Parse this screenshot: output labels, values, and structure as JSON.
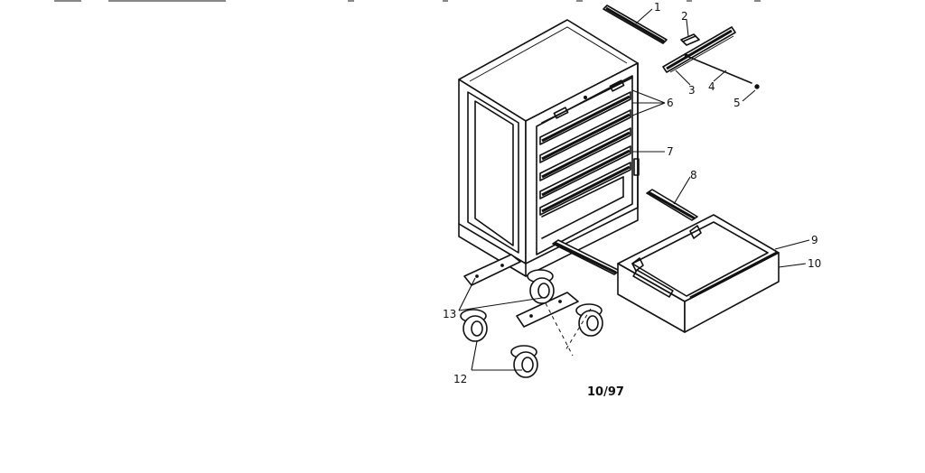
{
  "callouts": [
    {
      "id": "1",
      "text": "1"
    },
    {
      "id": "2",
      "text": "2"
    },
    {
      "id": "3",
      "text": "3"
    },
    {
      "id": "4",
      "text": "4"
    },
    {
      "id": "5",
      "text": "5"
    },
    {
      "id": "6",
      "text": "6"
    },
    {
      "id": "7",
      "text": "7"
    },
    {
      "id": "8",
      "text": "8"
    },
    {
      "id": "9",
      "text": "9"
    },
    {
      "id": "10",
      "text": "10"
    },
    {
      "id": "12",
      "text": "12"
    },
    {
      "id": "13",
      "text": "13"
    }
  ],
  "revision_date": "10/97"
}
